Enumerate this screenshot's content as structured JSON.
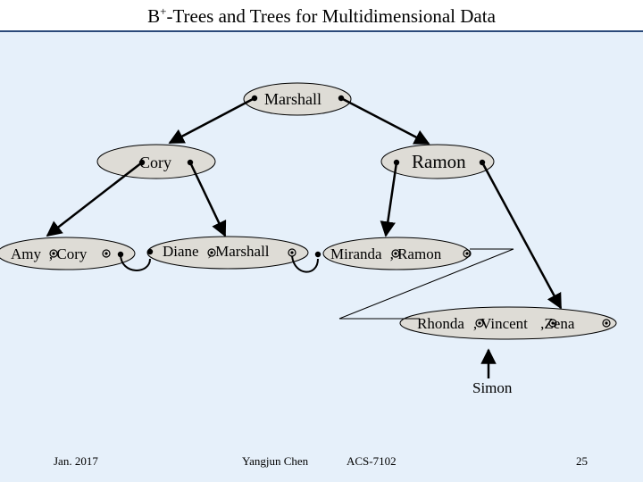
{
  "title_prefix": "B",
  "title_sup": "+",
  "title_rest": "-Trees and Trees for Multidimensional Data",
  "nodes": {
    "root": "Marshall",
    "left_internal": "Cory",
    "right_internal": "Ramon"
  },
  "leaves": [
    {
      "k1": "Amy",
      "sep": ", ",
      "k2": "Cory"
    },
    {
      "k1": "Diane",
      "sep": ", ",
      "k2": "Marshall"
    },
    {
      "k1": "Miranda",
      "sep": ", ",
      "k2": "Ramon"
    },
    {
      "k1": "Rhonda",
      "sep": ", ",
      "k2": "Vincent",
      "sep2": " ,",
      "k3": "Zena"
    }
  ],
  "insert_key": "Simon",
  "footer": {
    "date": "Jan. 2017",
    "author": "Yangjun Chen",
    "course": "ACS-7102",
    "page": "25"
  },
  "colors": {
    "background": "#e6f0fa",
    "node_fill": "#dedcd6",
    "title_rule": "#2b4a7a"
  }
}
